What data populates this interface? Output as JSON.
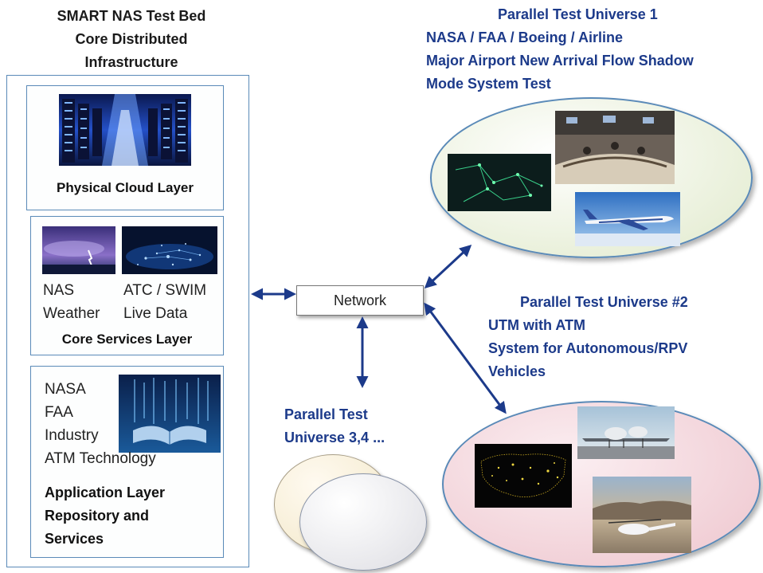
{
  "left_panel": {
    "title_lines": [
      "SMART NAS Test Bed",
      "Core Distributed",
      "Infrastructure"
    ],
    "physical_layer": {
      "label": "Physical Cloud Layer"
    },
    "core_services": {
      "label": "Core Services Layer",
      "weather_lines": [
        "NAS",
        "Weather"
      ],
      "atc_lines": [
        "ATC / SWIM",
        "Live Data"
      ]
    },
    "application": {
      "text_lines": [
        "NASA",
        "FAA",
        "Industry",
        "ATM Technology"
      ],
      "label_lines": [
        "Application Layer",
        "Repository and",
        "Services"
      ]
    }
  },
  "network": {
    "label": "Network"
  },
  "universe1": {
    "lines": [
      "Parallel Test Universe 1",
      "NASA / FAA / Boeing / Airline",
      "Major Airport New Arrival Flow Shadow",
      "Mode System Test"
    ]
  },
  "universe2": {
    "lines": [
      "Parallel Test Universe #2",
      "UTM with ATM",
      "System for Autonomous/RPV",
      "Vehicles"
    ]
  },
  "universe3": {
    "lines": [
      "Parallel Test",
      "Universe 3,4 ..."
    ]
  },
  "colors": {
    "heading": "#1c3a8a",
    "arrow": "#1c3a8a",
    "box_border": "#5a8ab8",
    "ellipse1_fill": "#e8efd8",
    "ellipse2_fill": "#f1cfd6",
    "disc_back": "#f5ecd2",
    "disc_front": "#e6e6ea"
  },
  "icons": [
    "server-room-image",
    "storm-image",
    "city-lights-image",
    "digital-book-image",
    "radar-screen-image",
    "control-room-image",
    "airliner-image",
    "us-traffic-map-image",
    "drones-image",
    "helicopter-image"
  ]
}
